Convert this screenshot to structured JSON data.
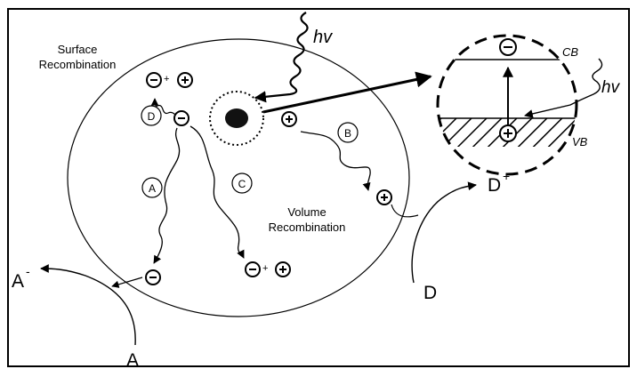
{
  "labels": {
    "surface_recombination_1": "Surface",
    "surface_recombination_2": "Recombination",
    "volume_recombination_1": "Volume",
    "volume_recombination_2": "Recombination",
    "hv_top": "hv",
    "hv_right": "hv",
    "cb": "CB",
    "vb": "VB",
    "path_a": "A",
    "path_b": "B",
    "path_c": "C",
    "path_d": "D",
    "acceptor": "A",
    "acceptor_reduced": "A",
    "acceptor_charge": "-",
    "donor": "D",
    "donor_oxidized": "D",
    "donor_charge": "+",
    "plus_sign": "+"
  },
  "symbols": {
    "electron": "−",
    "hole": "+"
  }
}
